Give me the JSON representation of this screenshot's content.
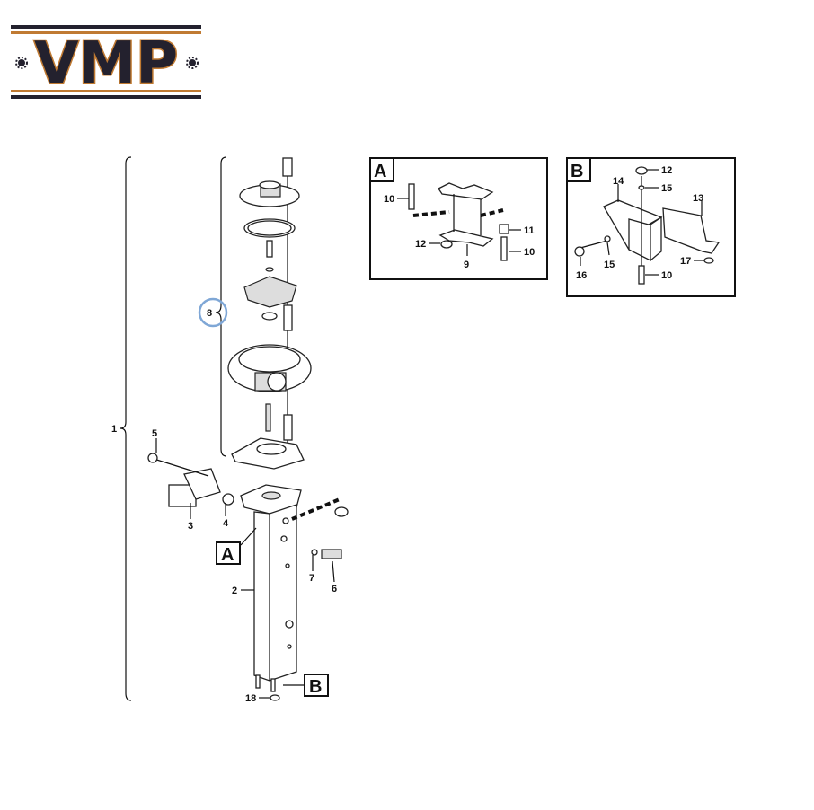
{
  "logo": {
    "text": "VMP",
    "colors": {
      "dark": "#23212e",
      "accent": "#c07a32"
    }
  },
  "diagram": {
    "main_callouts": {
      "c1": "1",
      "c2": "2",
      "c3": "3",
      "c4": "4",
      "c5": "5",
      "c6": "6",
      "c7": "7",
      "c8": "8",
      "c18": "18",
      "ref_a": "A",
      "ref_b": "B"
    },
    "detail_a": {
      "title": "A",
      "callouts": {
        "bolt_top": "10",
        "spacer": "11",
        "nut": "12",
        "bracket": "9",
        "bolt_bottom": "10"
      }
    },
    "detail_b": {
      "title": "B",
      "callouts": {
        "nut": "12",
        "washer_top": "15",
        "bracket": "14",
        "plate": "13",
        "bolt": "16",
        "washer": "15",
        "nut_small": "17",
        "bolt_bottom": "10"
      }
    },
    "highlight_color": "#7fa7d6"
  }
}
